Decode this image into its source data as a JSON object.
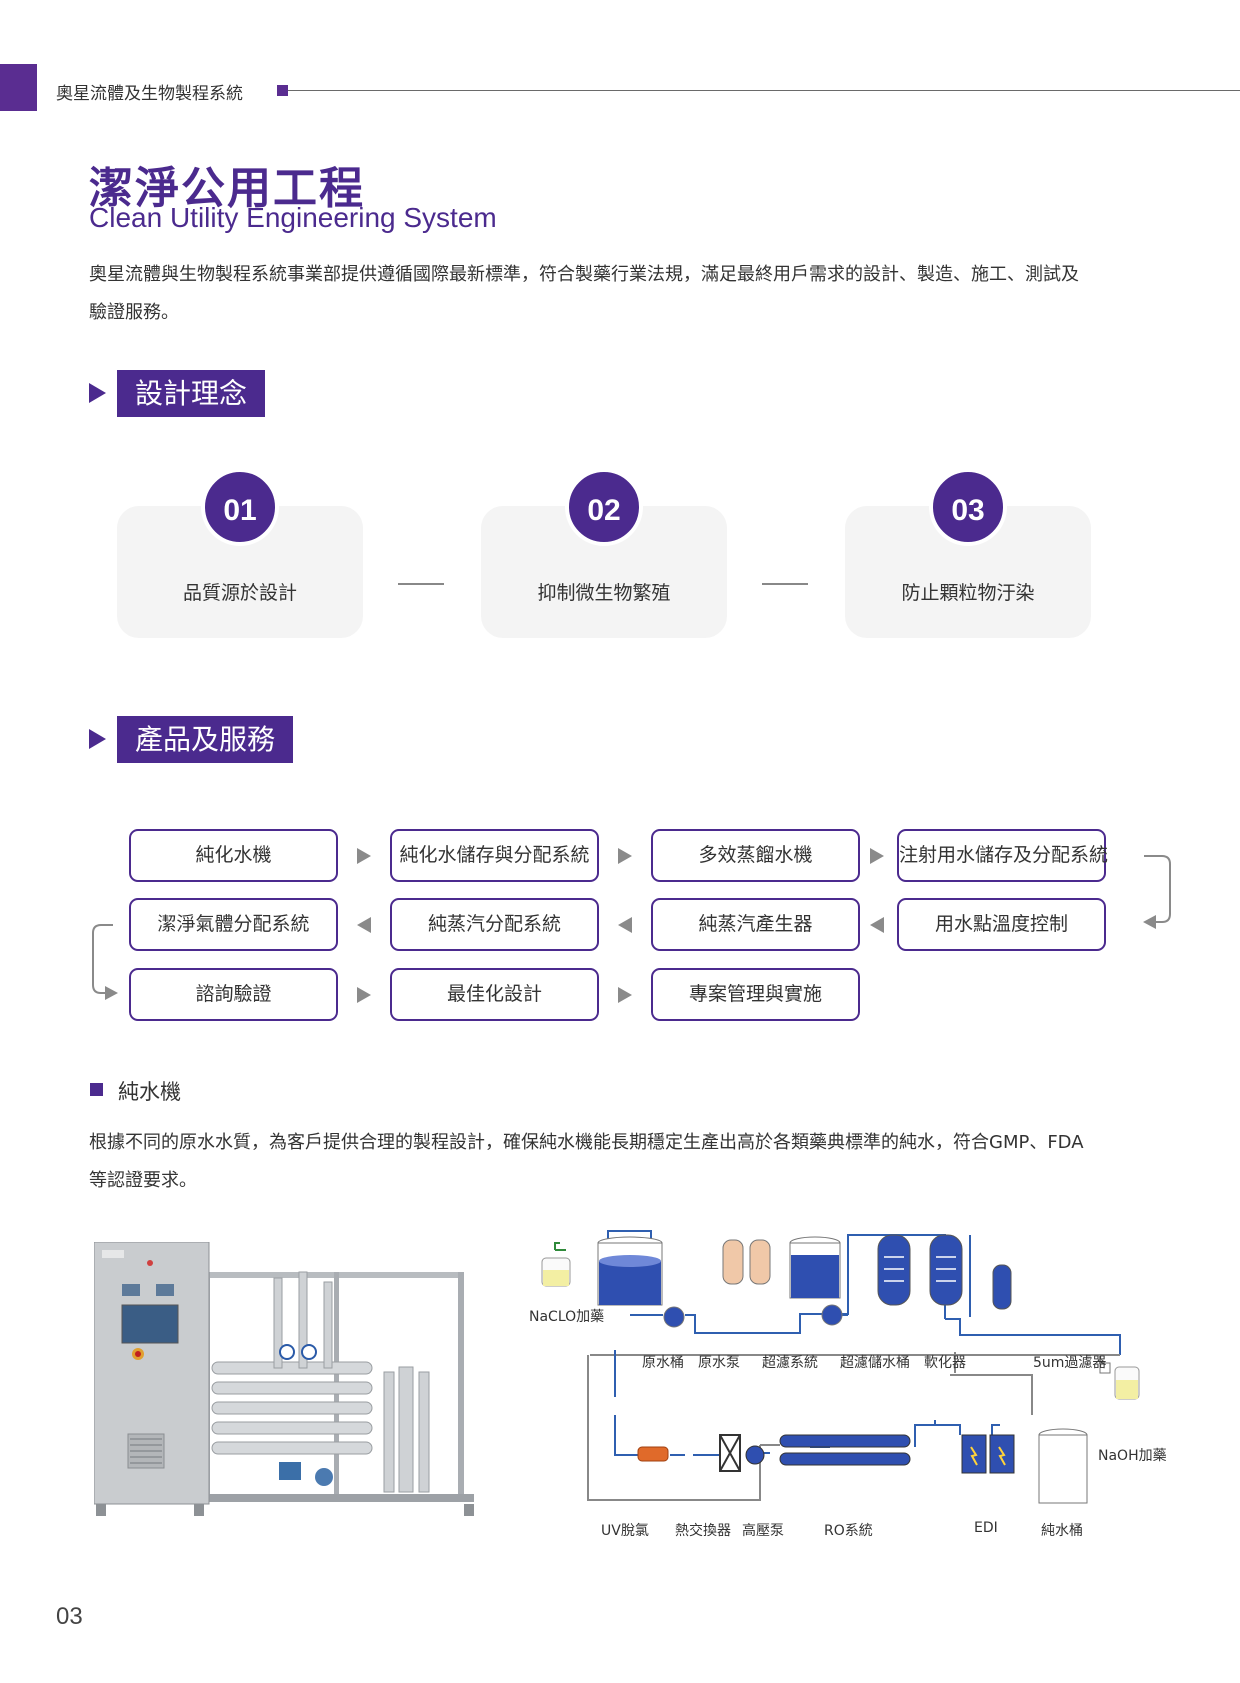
{
  "header": {
    "company": "奧星流體及生物製程系統"
  },
  "title": {
    "cn": "潔淨公用工程",
    "en": "Clean Utility Engineering System"
  },
  "intro": {
    "line1": "奧星流體與生物製程系統事業部提供遵循國際最新標準，符合製藥行業法規，滿足最終用戶需求的設計、製造、施工、測試及",
    "line2": "驗證服務。"
  },
  "sections": {
    "design": "設計理念",
    "products": "產品及服務"
  },
  "concepts": [
    {
      "num": "01",
      "label": "品質源於設計"
    },
    {
      "num": "02",
      "label": "抑制微生物繁殖"
    },
    {
      "num": "03",
      "label": "防止顆粒物汙染"
    }
  ],
  "products": {
    "row1": [
      "純化水機",
      "純化水儲存與分配系統",
      "多效蒸餾水機",
      "注射用水儲存及分配系統"
    ],
    "row2": [
      "潔淨氣體分配系統",
      "純蒸汽分配系統",
      "純蒸汽產生器",
      "用水點溫度控制"
    ],
    "row3": [
      "諮詢驗證",
      "最佳化設計",
      "專案管理與實施"
    ]
  },
  "pure_water": {
    "title": "純水機",
    "desc_line1": "根據不同的原水水質，為客戶提供合理的製程設計，確保純水機能長期穩定生產出高於各類藥典標準的純水，符合GMP、FDA",
    "desc_line2": "等認證要求。"
  },
  "diagram": {
    "naclo": "NaCLO加藥",
    "raw_tank": "原水桶",
    "raw_pump": "原水泵",
    "uf_system": "超濾系統",
    "uf_tank": "超濾儲水桶",
    "softener": "軟化器",
    "filter": "5um過濾器",
    "naoh": "NaOH加藥",
    "uv": "UV脫氯",
    "heat_ex": "熱交換器",
    "hp_pump": "高壓泵",
    "ro": "RO系統",
    "edi": "EDI",
    "pure_tank": "純水桶"
  },
  "colors": {
    "brand": "#4b2a8e",
    "header_block": "#5a2d91"
  },
  "page": {
    "number": "03"
  }
}
